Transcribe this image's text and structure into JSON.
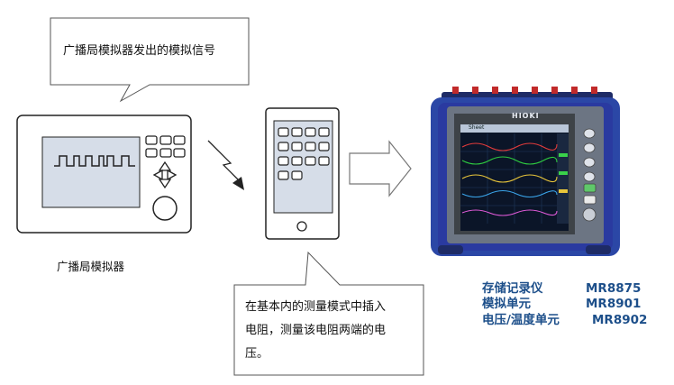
{
  "callout_top": {
    "text": "广播局模拟器发出的模拟信号"
  },
  "callout_bottom": {
    "line1": "在基本内的测量模式中插入",
    "line2": "电阻，测量该电阻两端的电",
    "line3": "压。"
  },
  "simulator_caption": "广播局模拟器",
  "logger_brand": "HIOKI",
  "logger_screen_tab": "Sheet",
  "specs": [
    {
      "name": "存储记录仪",
      "model": "MR8875"
    },
    {
      "name": "模拟单元",
      "model": "MR8901"
    },
    {
      "name": "电压/温度单元",
      "model": "MR8902"
    }
  ]
}
